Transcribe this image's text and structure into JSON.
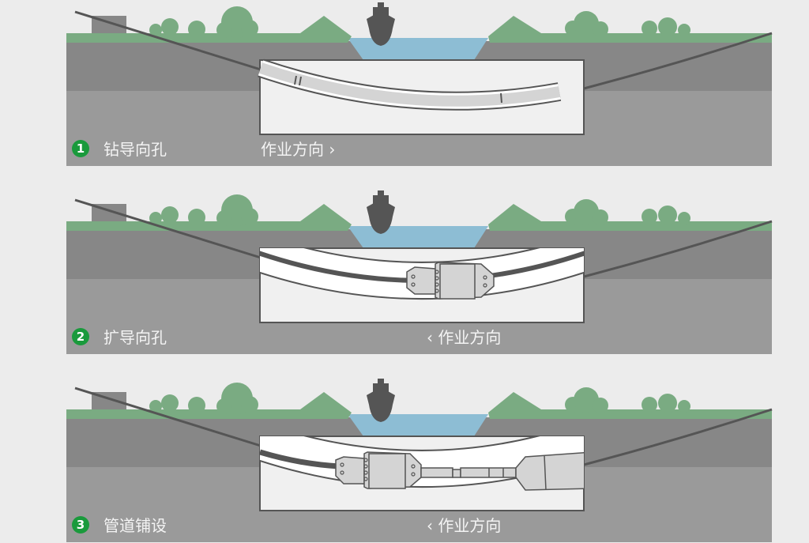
{
  "colors": {
    "background": "#ececec",
    "grass": "#7aab82",
    "soil_upper": "#878787",
    "soil_lower": "#9a9a9a",
    "water": "#8dbdd4",
    "ship": "#555555",
    "badge": "#1a9a3c"
  },
  "steps": [
    {
      "number": "1",
      "title": "钻导向孔",
      "direction": "作业方向 ›"
    },
    {
      "number": "2",
      "title": "扩导向孔",
      "direction": "‹ 作业方向"
    },
    {
      "number": "3",
      "title": "管道铺设",
      "direction": "‹ 作业方向"
    }
  ]
}
